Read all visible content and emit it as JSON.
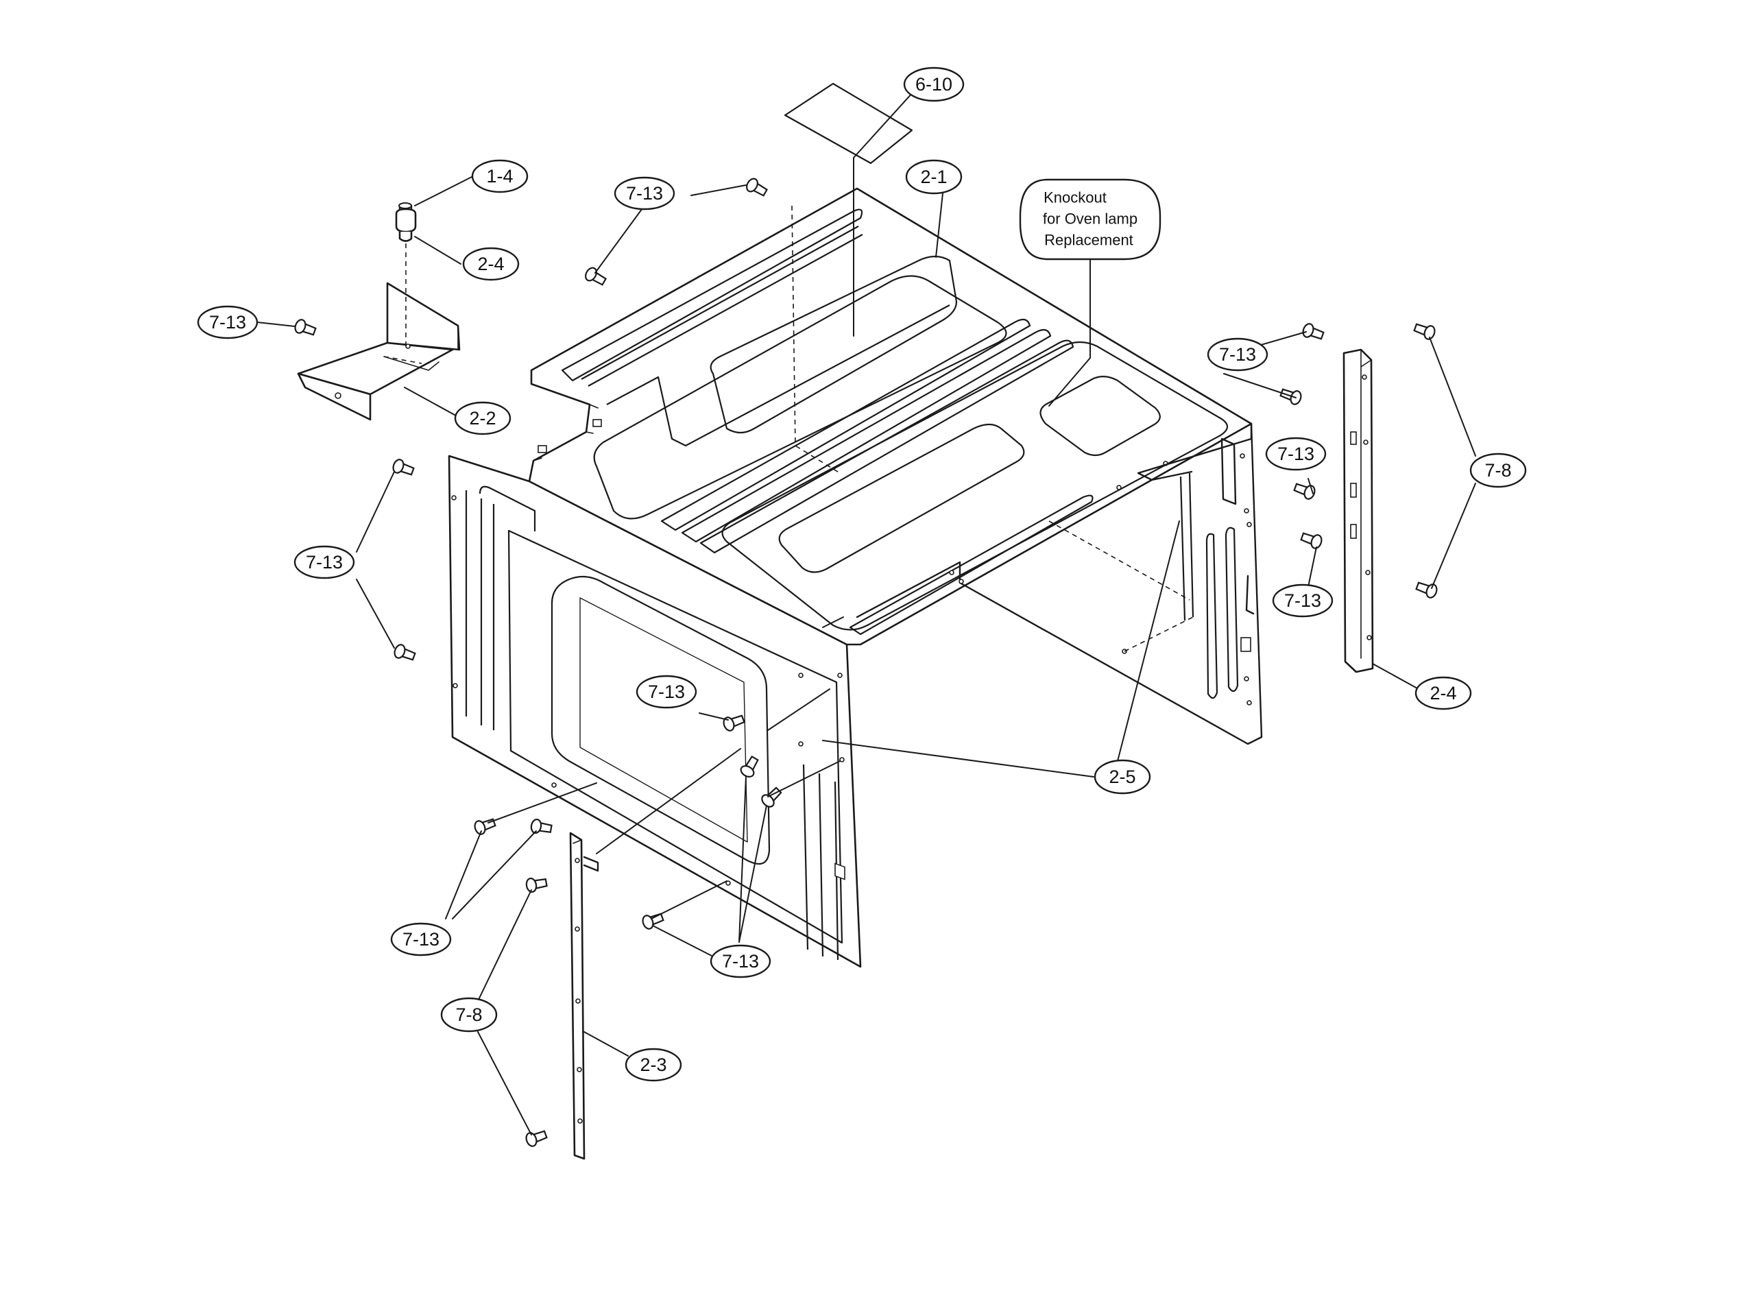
{
  "labels": {
    "c1_4": "1-4",
    "c2_4_top": "2-4",
    "c7_13_a": "7-13",
    "c2_2": "2-2",
    "c7_13_b": "7-13",
    "c6_10": "6-10",
    "c2_1": "2-1",
    "c7_13_c": "7-13",
    "c7_8_right": "7-8",
    "c7_13_d": "7-13",
    "c7_13_e": "7-13",
    "c7_13_f": "7-13",
    "c2_4_right": "2-4",
    "c7_13_g": "7-13",
    "c2_5": "2-5",
    "c7_13_h": "7-13",
    "c7_13_i": "7-13",
    "c7_8_left": "7-8",
    "c2_3": "2-3"
  },
  "note": {
    "line1": "Knockout",
    "line2": "for Oven lamp",
    "line3": "Replacement"
  }
}
